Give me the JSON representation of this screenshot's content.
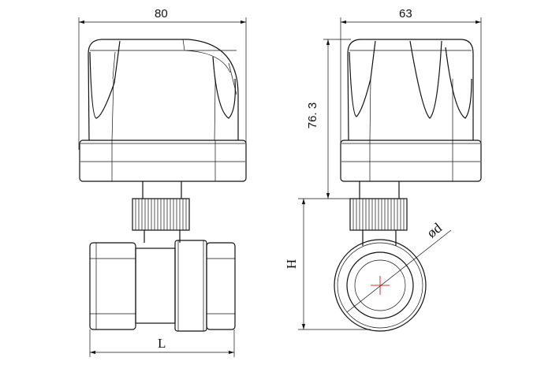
{
  "drawing": {
    "front_view": {
      "width_label": "80",
      "length_label": "L"
    },
    "side_view": {
      "width_label": "63",
      "height_label": "76. 3",
      "total_height_label": "H",
      "diameter_label": "ød"
    },
    "colors": {
      "line": "#111111",
      "center_mark": "#e03030"
    }
  }
}
